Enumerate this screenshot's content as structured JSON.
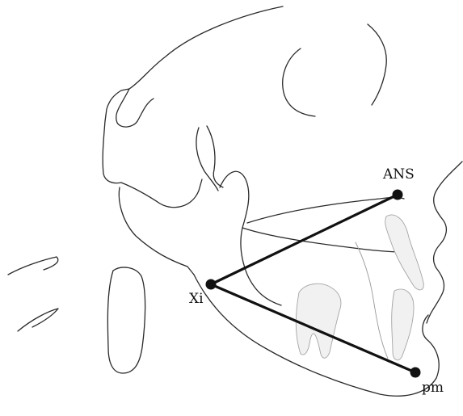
{
  "landmarks": {
    "ans": {
      "label": "ANS"
    },
    "xi": {
      "label": "Xi"
    },
    "pm": {
      "label": "pm"
    }
  },
  "colors": {
    "outline": "#2a2a2a",
    "measurement_line": "#111111",
    "background": "#ffffff"
  }
}
